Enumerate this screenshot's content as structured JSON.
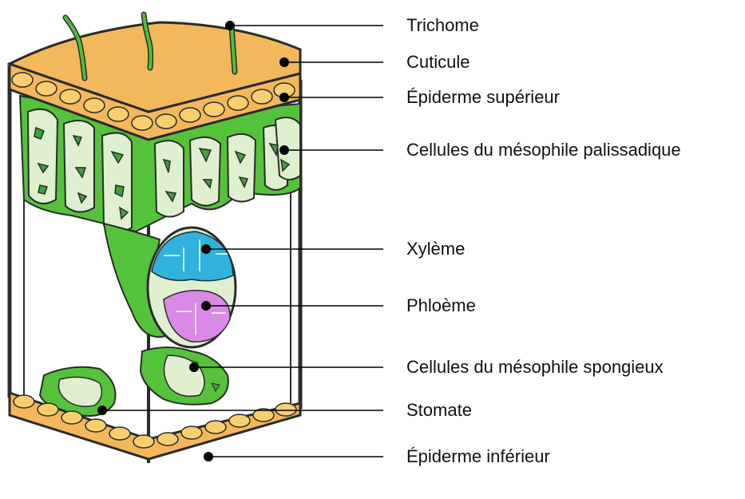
{
  "colors": {
    "cuticle": "#f3b85c",
    "epidermis_cell": "#f8cf6e",
    "outline": "#2b2b2b",
    "palisade_green": "#55c23b",
    "palisade_cell": "#def0d0",
    "chloroplast": "#3ea33a",
    "xylem": "#2fb2dc",
    "phloem": "#d98ae6",
    "leader_line": "#000000"
  },
  "labels": [
    {
      "id": "trichome",
      "text": "Trichome"
    },
    {
      "id": "cuticle",
      "text": "Cuticule"
    },
    {
      "id": "upper-epidermis",
      "text": "Épiderme supérieur"
    },
    {
      "id": "palisade",
      "text": "Cellules du mésophile palissadique"
    },
    {
      "id": "xylem",
      "text": "Xylème"
    },
    {
      "id": "phloem",
      "text": "Phloème"
    },
    {
      "id": "spongy",
      "text": "Cellules du mésophile spongieux"
    },
    {
      "id": "stomate",
      "text": "Stomate"
    },
    {
      "id": "lower-epidermis",
      "text": "Épiderme inférieur"
    }
  ]
}
